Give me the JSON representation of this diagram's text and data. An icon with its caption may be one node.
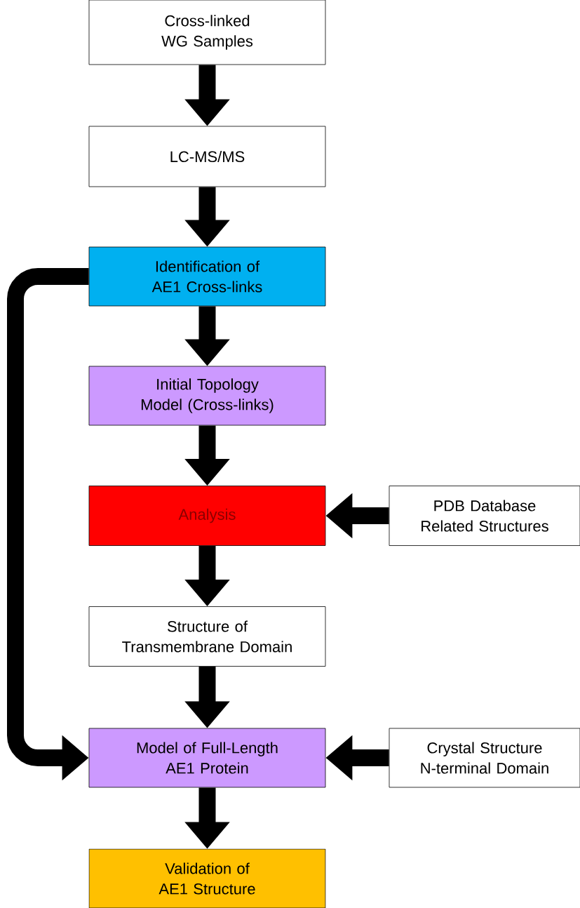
{
  "diagram": {
    "nodes": [
      {
        "text": [
          "Cross-linked WG Samples"
        ]
      },
      {
        "text": [
          "LC-MS/MS"
        ]
      },
      {
        "text": [
          "Identification of AE1 Cross-links"
        ]
      },
      {
        "text": [
          "Initial Topology Model (Cross-links)"
        ]
      },
      {
        "text": [
          "Analysis"
        ]
      },
      {
        "text": [
          "PDB Database Related Structures"
        ]
      },
      {
        "text": [
          "Structure of Transmembrane Domain"
        ]
      },
      {
        "text": [
          "Model of Full-Length AE1 Protein"
        ]
      },
      {
        "text": [
          "Crystal Structure N-terminal Domain"
        ]
      },
      {
        "text": [
          "Validation of AE1 Structure"
        ]
      }
    ],
    "edges": [
      {
        "from": 0,
        "to": 1,
        "arrow": "to"
      },
      {
        "from": 1,
        "to": 2,
        "arrow": "to"
      },
      {
        "from": 2,
        "to": 3,
        "arrow": "to"
      },
      {
        "from": 3,
        "to": 4,
        "arrow": "to"
      },
      {
        "from": 5,
        "to": 4,
        "arrow": "to"
      },
      {
        "from": 4,
        "to": 6,
        "arrow": "to"
      },
      {
        "from": 6,
        "to": 7,
        "arrow": "to"
      },
      {
        "from": 8,
        "to": 7,
        "arrow": "to"
      },
      {
        "from": 2,
        "to": 7,
        "arrow": "to"
      },
      {
        "from": 7,
        "to": 9,
        "arrow": "to"
      }
    ]
  }
}
